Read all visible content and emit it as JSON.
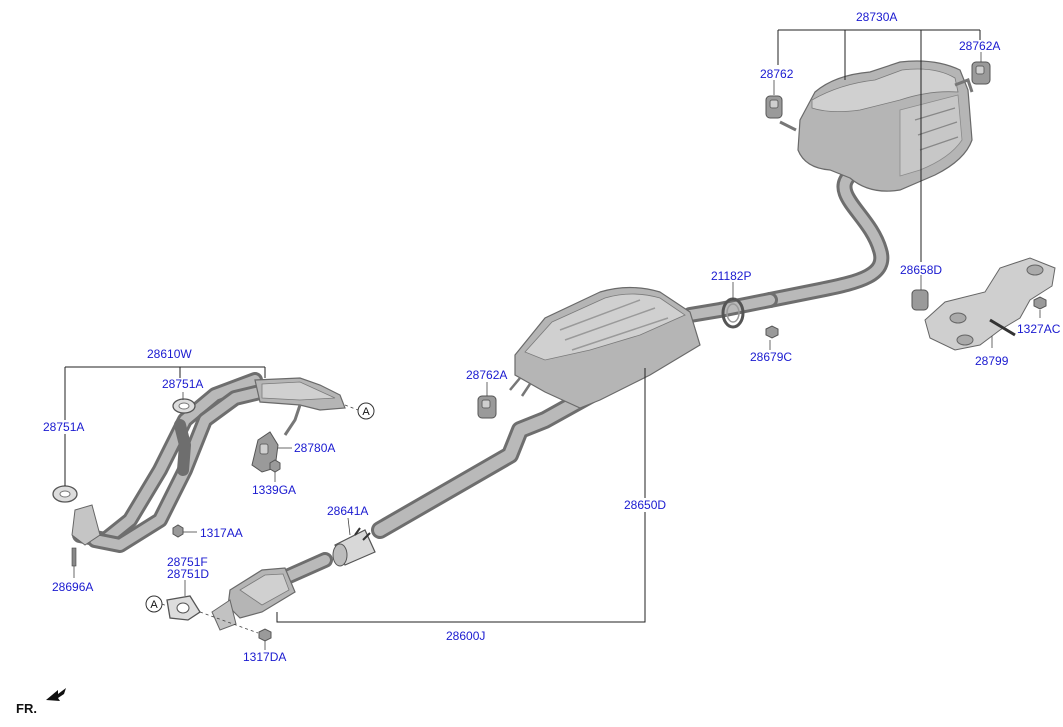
{
  "labels": {
    "p28730A": "28730A",
    "p28762A_top": "28762A",
    "p28762": "28762",
    "p28658D": "28658D",
    "p1327AC": "1327AC",
    "p28799": "28799",
    "p21182P": "21182P",
    "p28679C": "28679C",
    "p28762A_mid": "28762A",
    "p28650D": "28650D",
    "p28641A": "28641A",
    "p28600J": "28600J",
    "p28610W": "28610W",
    "p28751A_upper": "28751A",
    "p28751A_left": "28751A",
    "p28780A": "28780A",
    "p1339GA": "1339GA",
    "p1317AA": "1317AA",
    "p28696A": "28696A",
    "p28751F": "28751F",
    "p28751D": "28751D",
    "p1317DA": "1317DA"
  },
  "refs": {
    "a1": "A",
    "a2": "A"
  },
  "front": "FR."
}
